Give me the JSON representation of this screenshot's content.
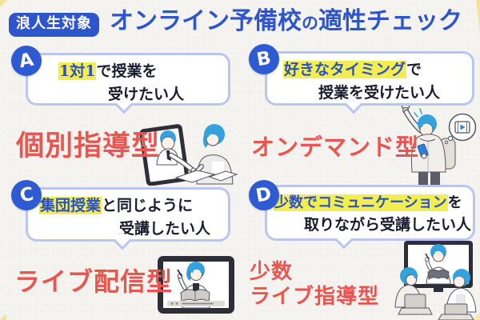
{
  "palette": {
    "title_blue": "#2e55cb",
    "badge_blue": "#2e5bd2",
    "label_red": "#ea5550",
    "highlight_yellow": "#f3ee4e",
    "highlight_text_blue": "#2b50c8",
    "bubble_border_blue": "#b9c6ee",
    "body_text": "#1b1b2f",
    "illustration_hair_blue": "#34a3dd",
    "paper_background": "#f5f3ef"
  },
  "header": {
    "audience_badge": "浪人生対象",
    "title_part1": "オンライン予備校",
    "title_particle": "の",
    "title_part2": "適性チェック"
  },
  "options": [
    {
      "letter": "A",
      "statement_highlight": "1対1",
      "statement_rest": "で授業を",
      "statement_line2": "受けたい人",
      "label_lines": [
        "個別指導型"
      ],
      "illustration": "one-on-one-online-tutoring"
    },
    {
      "letter": "B",
      "statement_highlight": "好きなタイミング",
      "statement_rest": "で",
      "statement_line2": "授業を受けたい人",
      "label_lines": [
        "オンデマンド型"
      ],
      "illustration": "watching-on-demand-video-on-commute"
    },
    {
      "letter": "C",
      "statement_highlight": "集団授業",
      "statement_rest": "と同じように",
      "statement_line2": "受講したい人",
      "label_lines": [
        "ライブ配信型"
      ],
      "illustration": "live-streamed-class-on-tablet"
    },
    {
      "letter": "D",
      "statement_highlight": "少数でコミュニケーション",
      "statement_rest": "を",
      "statement_line2": "取りながら受講したい人",
      "label_lines": [
        "少数",
        "ライブ指導型"
      ],
      "illustration": "small-group-live-lesson-on-monitor"
    }
  ],
  "icons": {
    "play_icon": "video-play"
  }
}
